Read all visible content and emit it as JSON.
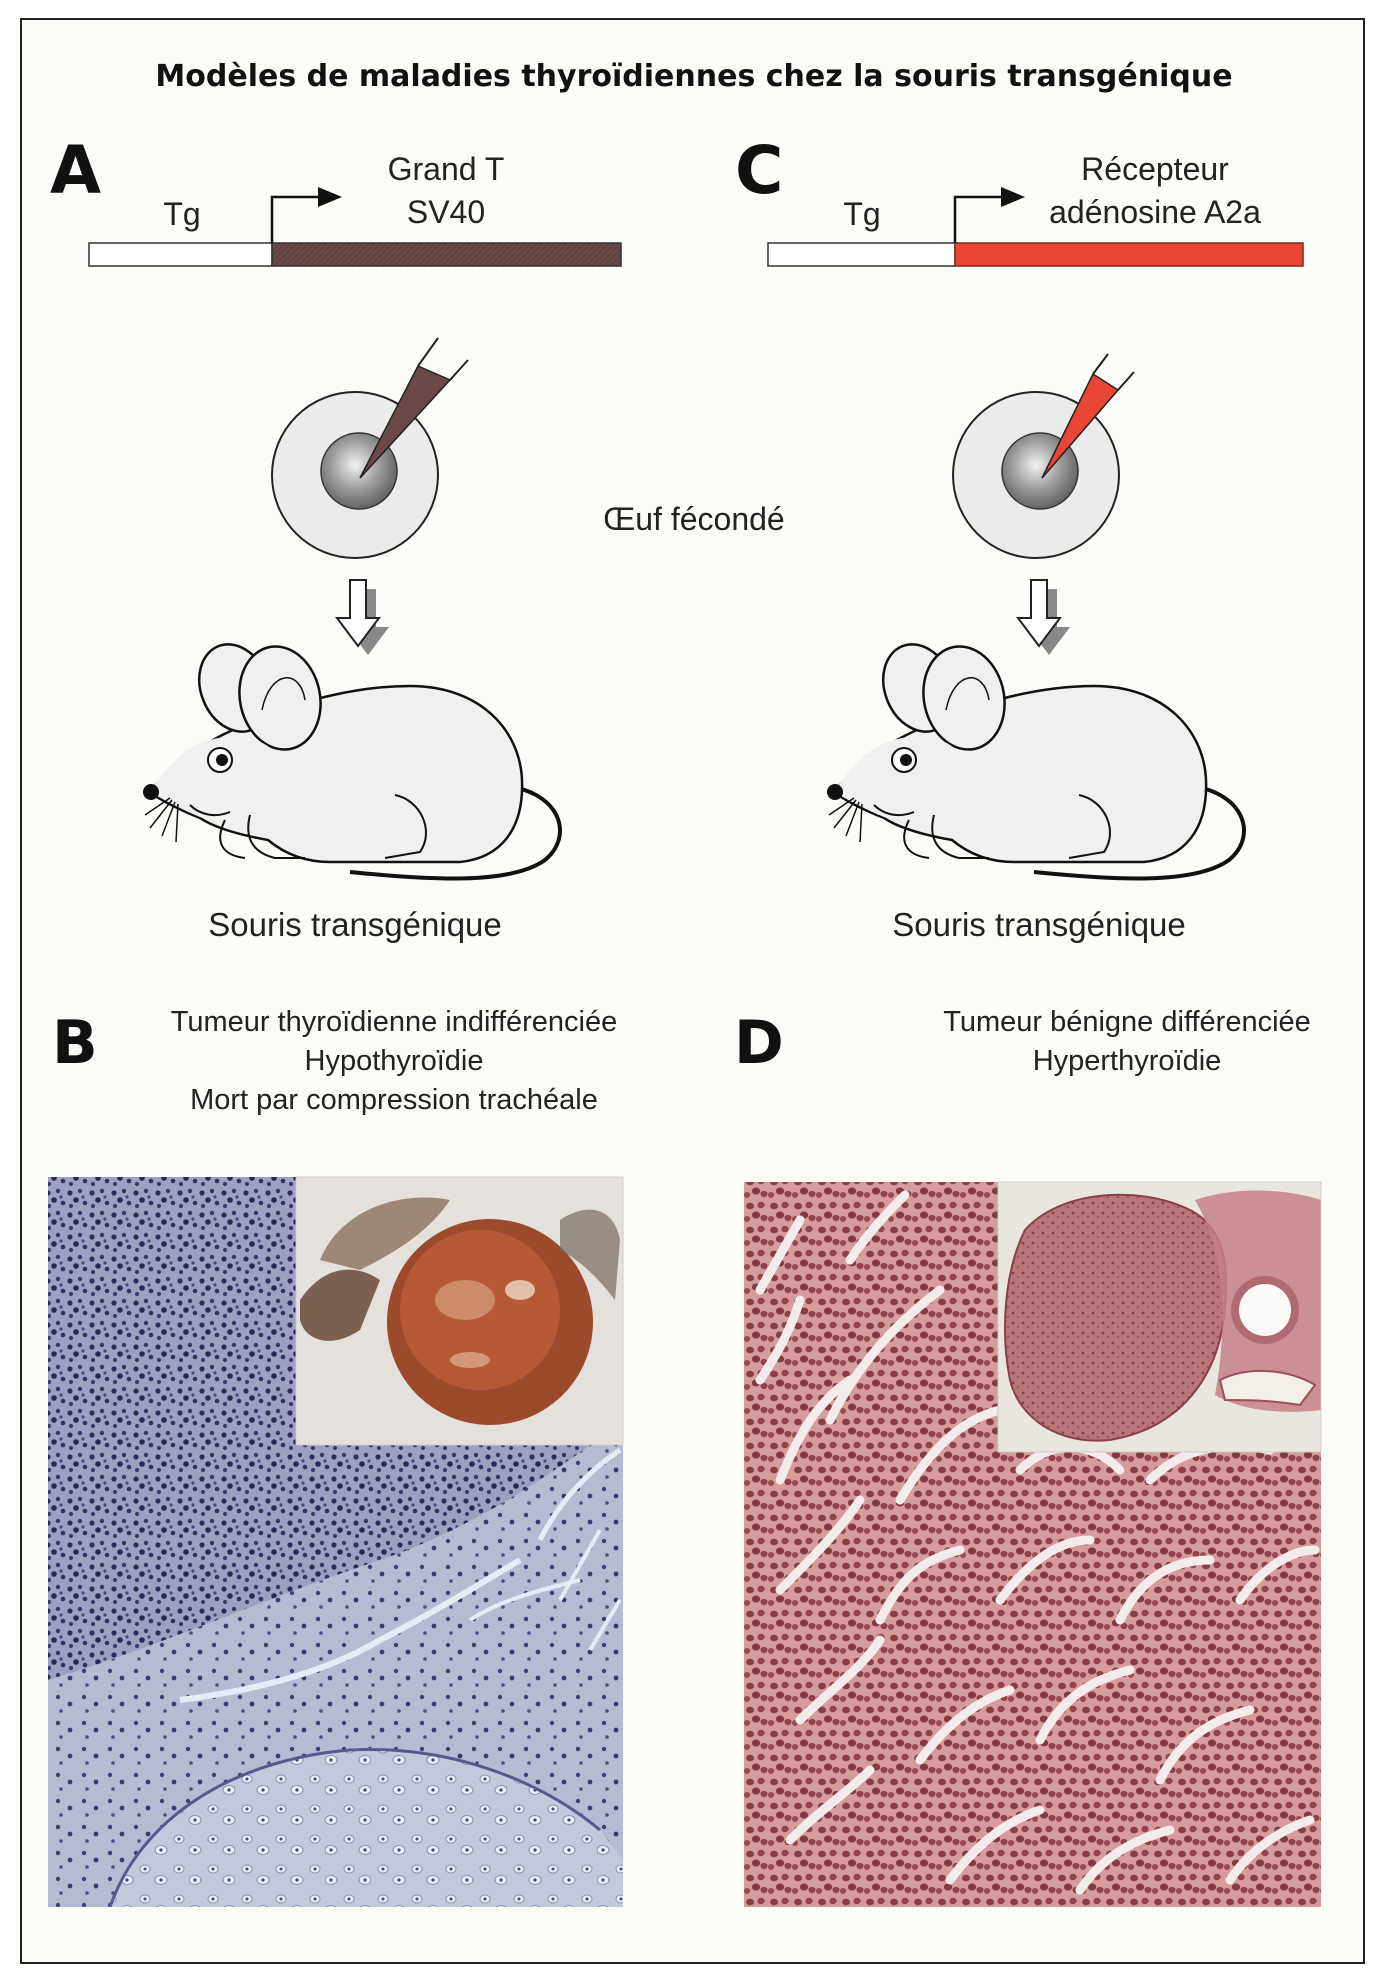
{
  "title": "Modèles de maladies thyroïdiennes chez la souris transgénique",
  "panelA": {
    "letter": "A",
    "promoter": "Tg",
    "gene_line1": "Grand T",
    "gene_line2": "SV40",
    "gene_color": "#6b4848"
  },
  "panelC": {
    "letter": "C",
    "promoter": "Tg",
    "gene_line1": "Récepteur",
    "gene_line2": "adénosine A2a",
    "gene_color": "#e84535"
  },
  "egg_label": "Œuf fécondé",
  "mouse_label_left": "Souris transgénique",
  "mouse_label_right": "Souris transgénique",
  "panelB": {
    "letter": "B",
    "line1": "Tumeur thyroïdienne indifférenciée",
    "line2": "Hypothyroïdie",
    "line3": "Mort par compression trachéale"
  },
  "panelD": {
    "letter": "D",
    "line1": "Tumeur bénigne différenciée",
    "line2": "Hyperthyroïdie"
  }
}
